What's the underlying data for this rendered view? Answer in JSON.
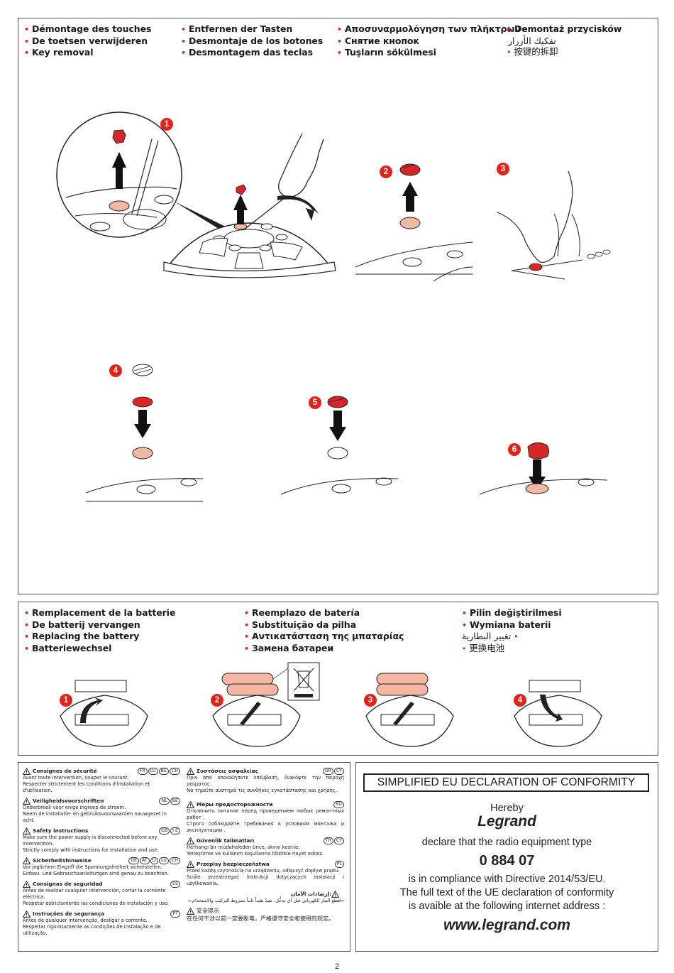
{
  "colors": {
    "accent_red": "#e2231a",
    "key_red": "#d7262a",
    "pad_pink": "#f2b8a5",
    "battery_pink": "#f3b7a3",
    "border": "#555555",
    "text": "#1a1a1a"
  },
  "key_removal": {
    "headings": [
      [
        "Démontage des touches",
        "De toetsen verwijderen",
        "Key removal"
      ],
      [
        "Entfernen der Tasten",
        "Desmontaje de los botones",
        "Desmontagem das teclas"
      ],
      [
        "Αποσυναρμολόγηση των πλήκτρων",
        "Снятие кнопок",
        "Tuşların sökülmesi"
      ],
      [
        "Demontaż przycisków",
        "تفكيك الأزرار",
        "按键的拆卸"
      ]
    ],
    "steps": [
      "1",
      "2",
      "3",
      "4",
      "5",
      "6"
    ]
  },
  "battery_replacement": {
    "headings": [
      [
        "Remplacement de la batterie",
        "De batterij vervangen",
        "Replacing the battery",
        "Batteriewechsel"
      ],
      [
        "Reemplazo de batería",
        "Substituição da pilha",
        "Αντικατάσταση της μπαταρίας",
        "Замена батареи"
      ],
      [
        "Pilin değiştirilmesi",
        "Wymiana baterii",
        "تغيير البطارية",
        "更换电池"
      ]
    ],
    "steps": [
      "1",
      "2",
      "3",
      "4"
    ]
  },
  "safety": {
    "left": [
      {
        "title": "Consignes de sécurité",
        "codes": [
          "FR",
          "LU",
          "BE",
          "CH"
        ],
        "lines": [
          "Avant toute intervention, couper le courant.",
          "Respecter strictement les conditions d'installation et d'utilisation."
        ]
      },
      {
        "title": "Veiligheidsvoorschriften",
        "codes": [
          "NL",
          "BE"
        ],
        "lines": [
          "Onderbreek voor enige ingreep de stroom.",
          "Neem de installatie- en gebruiksvoorwaarden nauwgezet in acht."
        ]
      },
      {
        "title": "Safety instructions",
        "codes": [
          "GB",
          "I E"
        ],
        "lines": [
          "Make sure the power supply is disconnected before any intervention.",
          "Strictly comply with instructions for installation and use."
        ]
      },
      {
        "title": "Sicherheitshinweise",
        "codes": [
          "DE",
          "AT",
          "LI",
          "LU",
          "CH"
        ],
        "lines": [
          "Vor jeglichem Eingriff die Spannungsfreiheit sicherstellen.",
          "Einbau- und Gebrauchsanleitungen sind genau zu beachten."
        ]
      },
      {
        "title": "Consignas de seguridad",
        "codes": [
          "ES"
        ],
        "lines": [
          "Antes de realizar cualquier intervención, cortar la corriente eléctrica.",
          "Respetar estrictamente las condiciones de instalación y uso."
        ]
      },
      {
        "title": "Instruções de segurança",
        "codes": [
          "PT"
        ],
        "lines": [
          "Antes de qualquer intervenção, desligar a corrente.",
          "Respeitar rigorosamente as condições de instalação e de utilização."
        ]
      }
    ],
    "right": [
      {
        "title": "Συστάσεις ασφαλείας",
        "codes": [
          "GR",
          "CY"
        ],
        "lines": [
          "Πριν από οποιαδήποτε επέμβαση, διακόψτε την παροχή ρεύματος.",
          "Να τηρείτε αυστηρά τις συνθήκες εγκατάστασης και χρήσης."
        ]
      },
      {
        "title": "Меры предосторожности",
        "codes": [
          "RU"
        ],
        "lines": [
          "Отключить питание перед проведением любых ремонтных работ .",
          "Строго соблюдайте требования к условиям монтажа и эксплуатации ."
        ]
      },
      {
        "title": "Güvenlik talimatları",
        "codes": [
          "TR",
          "CY"
        ],
        "lines": [
          "Herhangi bir müdahaleden önce, akımı kesiniz.",
          "Yerleştirme ve kullanım koşullarına titizlikle riayet ediniz."
        ]
      },
      {
        "title": "Przepisy bezpieczeństwa",
        "codes": [
          "PL"
        ],
        "lines": [
          "Przed każdą czynnością na urządzeniu, odłączyć dopływ prądu.",
          "Ściśle przestrzegać instrukcji dotyczących instalacji i użytkowania."
        ]
      },
      {
        "title": "إرشادات الأمان:",
        "codes": [],
        "lines": [
          "«اقطع التيار الكهربائي قبل أي تدخُّل. تقيدْ تقيداً تاماً بشروط التركيب والاستخدام.»"
        ]
      },
      {
        "title": "安全提示",
        "codes": [],
        "lines": [
          "在任何干涉以前一定要断电，严格遵守安全和使用的规定。"
        ]
      }
    ]
  },
  "declaration": {
    "title": "SIMPLIFIED EU DECLARATION OF CONFORMITY",
    "hereby": "Hereby",
    "brand": "Legrand",
    "declare": "declare that the radio equipment type",
    "product_code": "0 884 07",
    "compliance": "is in compliance with Directive 2014/53/EU.",
    "full_text": "The full text of the UE declaration of conformity",
    "available": "is avaible at the following internet address :",
    "url": "www.legrand.com"
  },
  "page_number": "2"
}
